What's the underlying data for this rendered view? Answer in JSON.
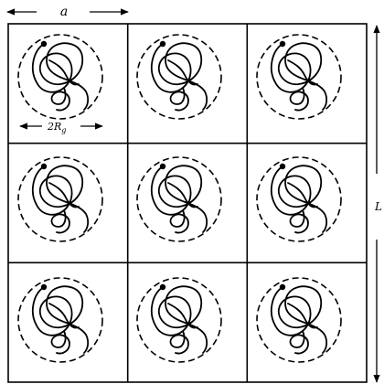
{
  "labels": {
    "cell_width": "a",
    "box_length": "L",
    "diameter": "2R",
    "diameter_subscript": "g"
  },
  "grid": {
    "rows": 3,
    "cols": 3
  }
}
